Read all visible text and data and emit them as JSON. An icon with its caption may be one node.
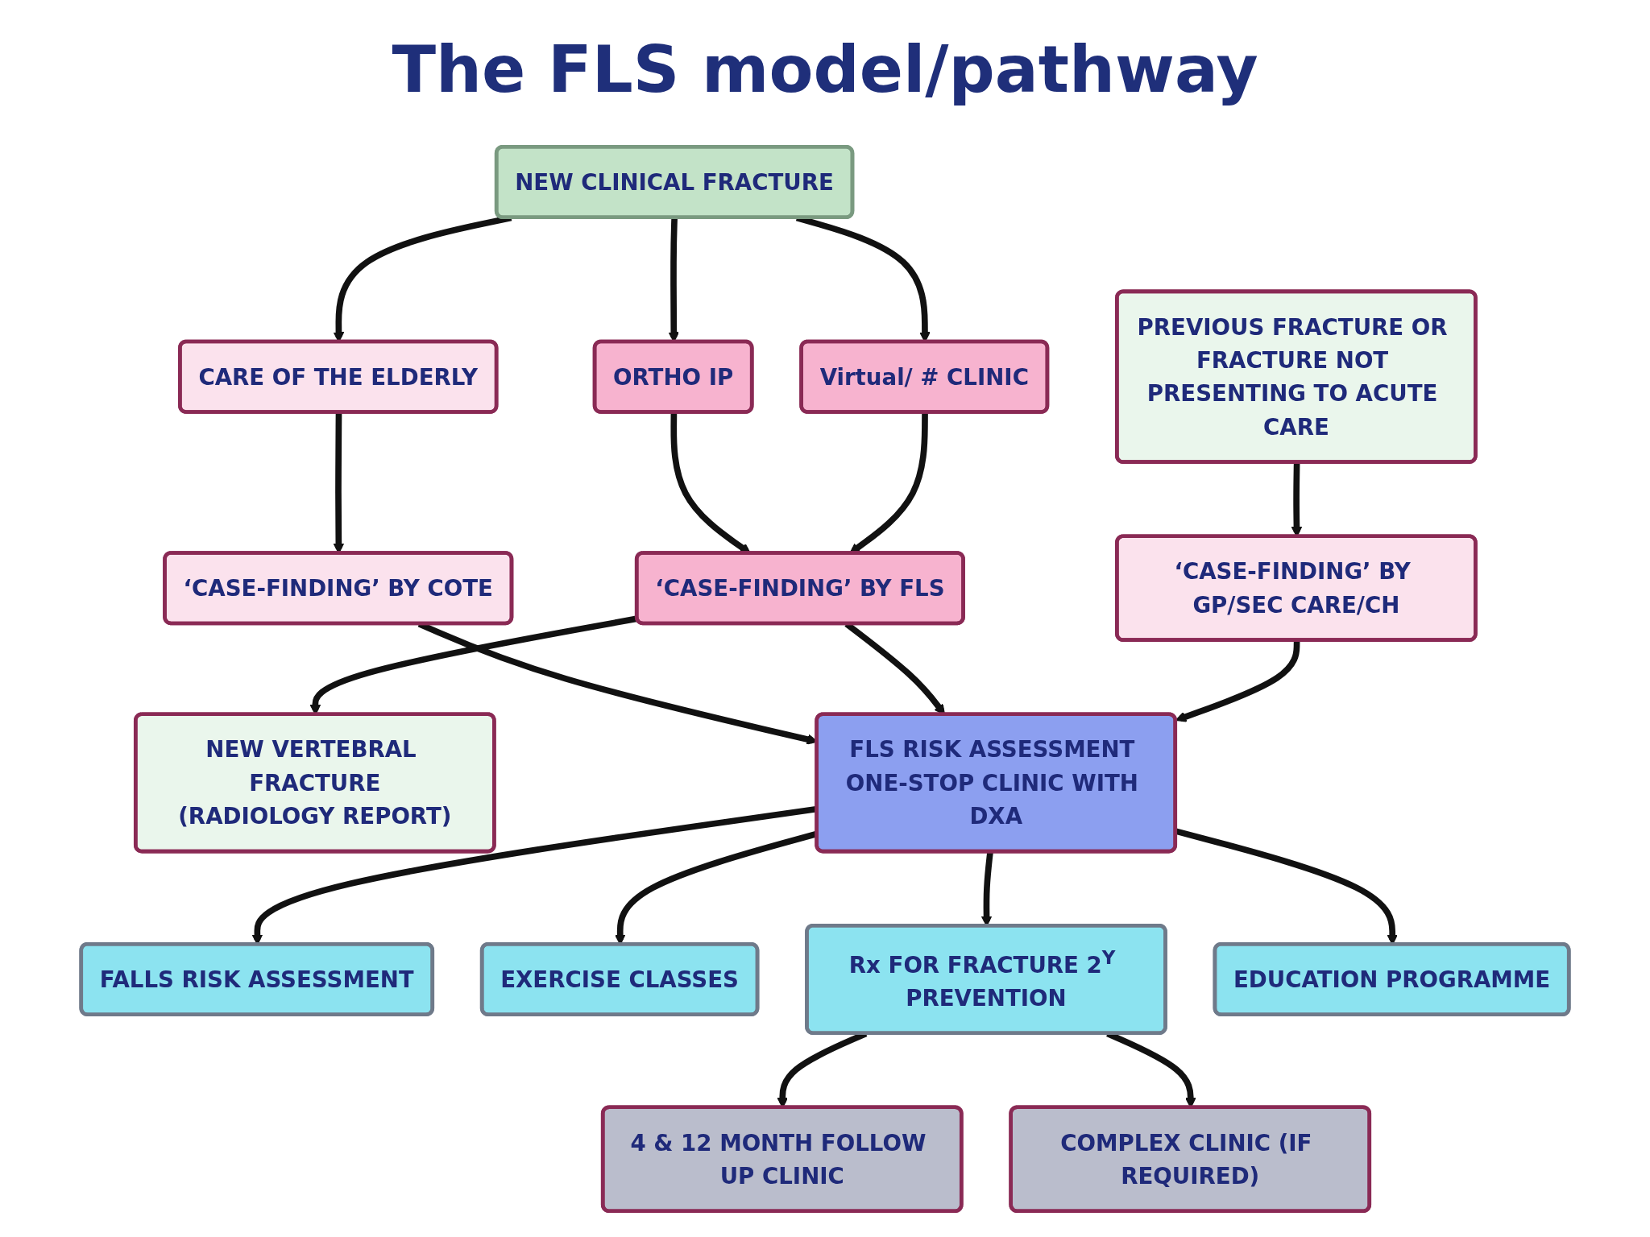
{
  "diagram": {
    "title": "The FLS model/pathway",
    "nodes": [
      {
        "text": [
          "NEW CLINICAL FRACTURE"
        ]
      },
      {
        "text": [
          "NEW VERTEBRAL FRACTURE",
          "(RADIOLOGY REPORT)"
        ]
      },
      {
        "text": [
          "PREVIOUS FRACTURE OR FRACTURE NOT PRESENTING TO ACUTE CARE"
        ]
      },
      {
        "text": [
          "CARE OF THE ELDERLY"
        ]
      },
      {
        "text": [
          "ORTHO IP"
        ]
      },
      {
        "text": [
          "Virtual/ # CLINIC"
        ]
      },
      {
        "text": [
          "‘CASE-FINDING’ BY COTE"
        ]
      },
      {
        "text": [
          "‘CASE-FINDING’ BY FLS"
        ]
      },
      {
        "text": [
          "‘CASE-FINDING’ BY GP/SEC CARE/CH"
        ]
      },
      {
        "text": [
          "FLS RISK ASSESSMENT ONE-STOP CLINIC WITH DXA"
        ]
      },
      {
        "text": [
          "FALLS RISK ASSESSMENT"
        ]
      },
      {
        "text": [
          "EXERCISE CLASSES"
        ]
      },
      {
        "text": [
          "Rx FOR FRACTURE 2$^{Y}$ PREVENTION"
        ]
      },
      {
        "text": [
          "EDUCATION PROGRAMME"
        ]
      },
      {
        "text": [
          "4 & 12 MONTH FOLLOW UP CLINIC"
        ]
      },
      {
        "text": [
          "COMPLEX CLINIC (IF REQUIRED)"
        ]
      }
    ],
    "edges": [
      {
        "from": 0,
        "to": 3,
        "arrow": "to"
      },
      {
        "from": 0,
        "to": 4,
        "arrow": "to"
      },
      {
        "from": 0,
        "to": 5,
        "arrow": "to"
      },
      {
        "from": 3,
        "to": 6,
        "arrow": "to"
      },
      {
        "from": 4,
        "to": 7,
        "arrow": "to"
      },
      {
        "from": 5,
        "to": 7,
        "arrow": "to"
      },
      {
        "from": 7,
        "to": 1,
        "arrow": "to"
      },
      {
        "from": 2,
        "to": 8,
        "arrow": "to"
      },
      {
        "from": 6,
        "to": 9,
        "arrow": "to"
      },
      {
        "from": 7,
        "to": 9,
        "arrow": "to"
      },
      {
        "from": 8,
        "to": 9,
        "arrow": "to"
      },
      {
        "from": 9,
        "to": 10,
        "arrow": "to"
      },
      {
        "from": 9,
        "to": 11,
        "arrow": "to"
      },
      {
        "from": 9,
        "to": 12,
        "arrow": "to"
      },
      {
        "from": 9,
        "to": 13,
        "arrow": "to"
      },
      {
        "from": 12,
        "to": 14,
        "arrow": "to"
      },
      {
        "from": 12,
        "to": 15,
        "arrow": "to"
      }
    ]
  }
}
